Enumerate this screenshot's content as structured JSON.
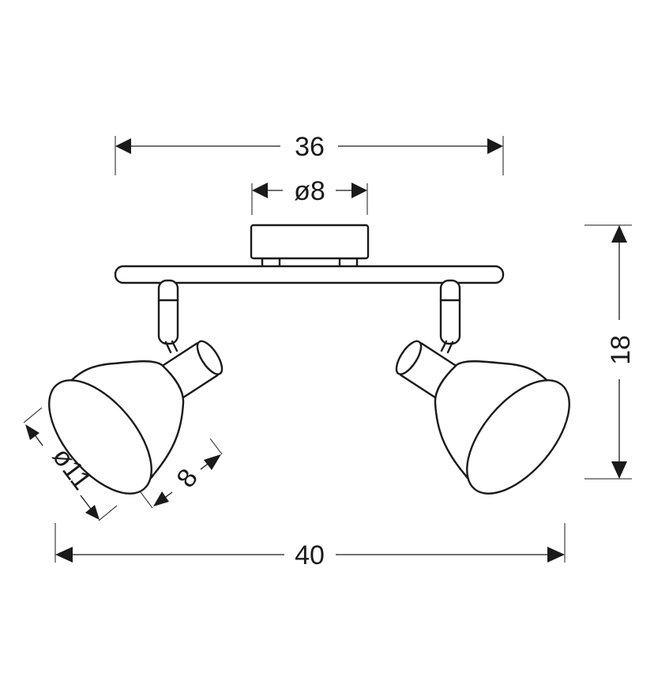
{
  "dimensions": {
    "bar_width": "36",
    "canopy_diameter": "ø8",
    "height": "18",
    "total_width": "40",
    "shade_diameter": "ø11",
    "shade_depth": "8"
  },
  "colors": {
    "line": "#1a1a1a",
    "background": "#ffffff"
  }
}
